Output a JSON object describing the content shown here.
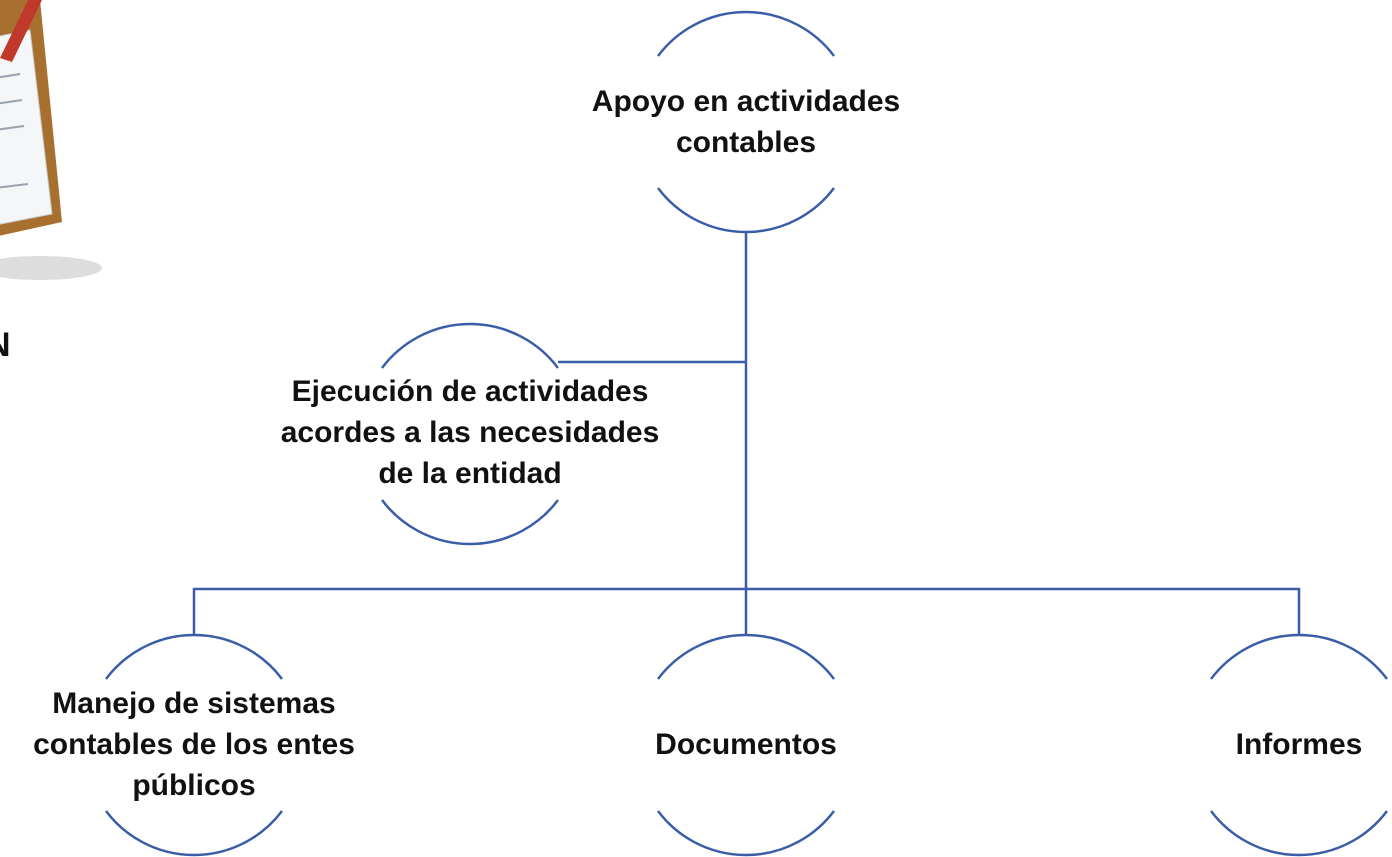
{
  "diagram": {
    "line_color": "#3a5da8",
    "root": {
      "label": "Apoyo en actividades\ncontables"
    },
    "branch": {
      "label": "Ejecución de actividades\nacordes a las necesidades\nde la entidad"
    },
    "leaves": [
      {
        "label": "Manejo de sistemas\ncontables de los entes\npúblicos"
      },
      {
        "label": "Documentos"
      },
      {
        "label": "Informes"
      }
    ]
  },
  "decoration": {
    "clipboard_icon": "clipboard-icon",
    "partial_heading_letter": "N"
  }
}
